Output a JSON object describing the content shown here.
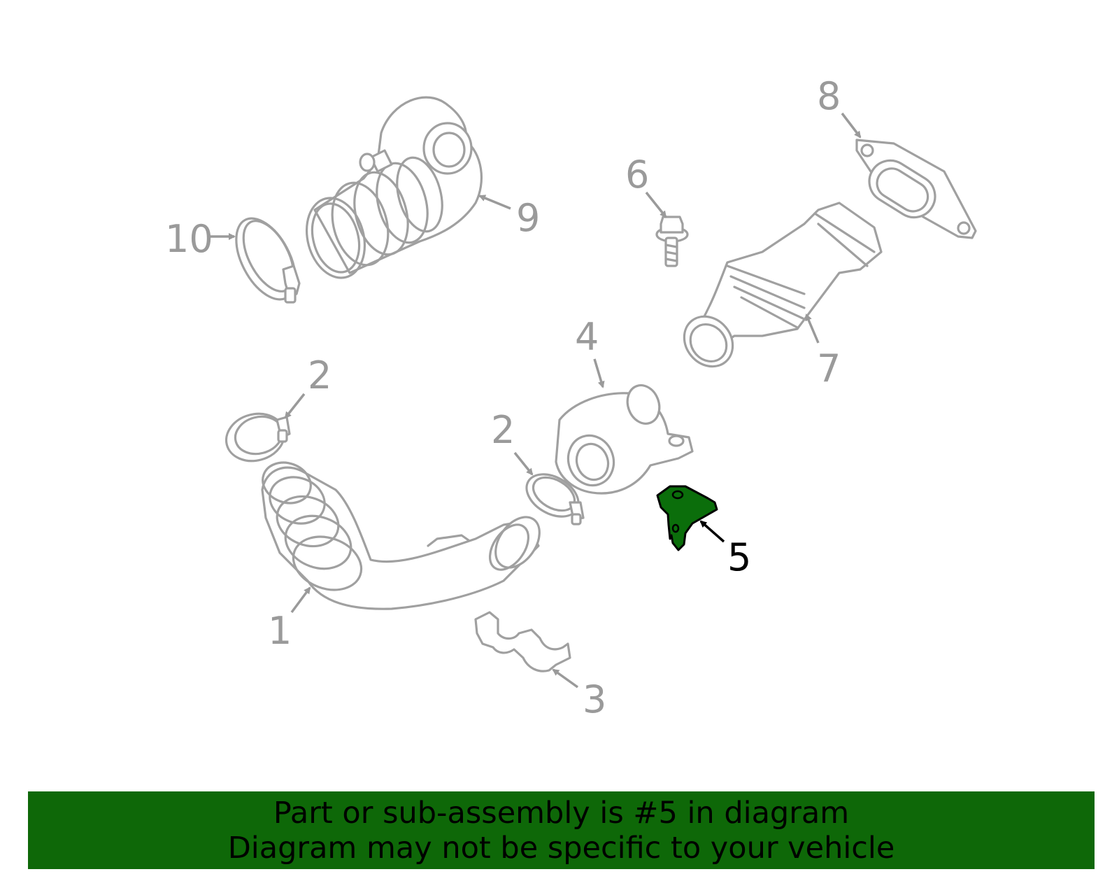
{
  "callouts": {
    "c1": "1",
    "c2a": "2",
    "c2b": "2",
    "c3": "3",
    "c4": "4",
    "c5": "5",
    "c6": "6",
    "c7": "7",
    "c8": "8",
    "c9": "9",
    "c10": "10"
  },
  "highlighted_part": "5",
  "banner": {
    "line1": "Part or sub-assembly is #5 in diagram",
    "line2": "Diagram may not be specific to your vehicle"
  },
  "colors": {
    "highlight": "#0b6e0b",
    "banner_background": "#0e6808",
    "part_outline": "#a0a0a0",
    "callout_text": "#9a9a9a",
    "active_callout_text": "#000000"
  }
}
